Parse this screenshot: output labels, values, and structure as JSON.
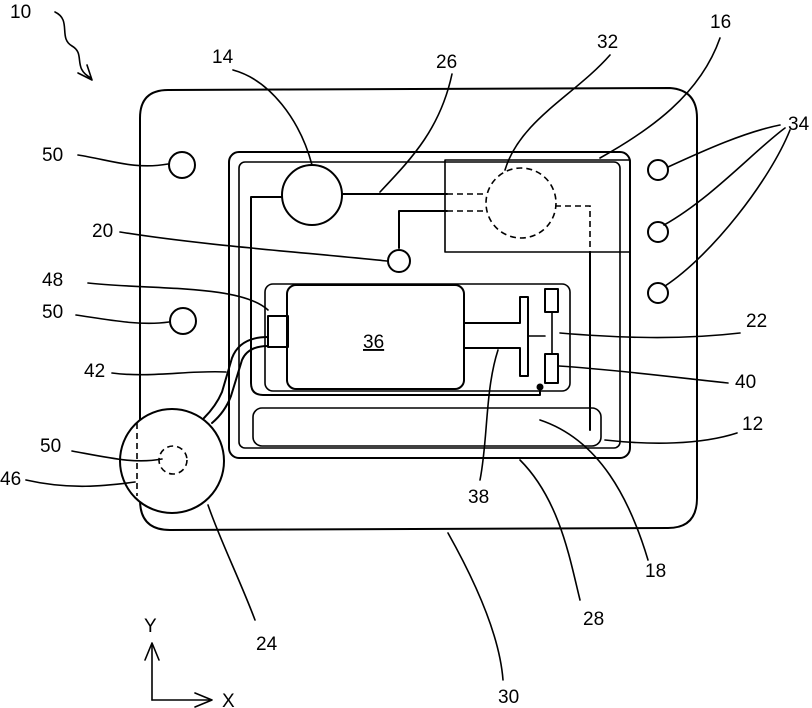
{
  "labels": {
    "l10": "10",
    "l12": "12",
    "l14": "14",
    "l16": "16",
    "l18": "18",
    "l20": "20",
    "l22": "22",
    "l24": "24",
    "l26": "26",
    "l28": "28",
    "l30": "30",
    "l32": "32",
    "l34": "34",
    "l36": "36",
    "l38": "38",
    "l40": "40",
    "l42": "42",
    "l46": "46",
    "l48": "48",
    "l50a": "50",
    "l50b": "50",
    "l50c": "50"
  },
  "axes": {
    "y": "Y",
    "x": "X"
  }
}
